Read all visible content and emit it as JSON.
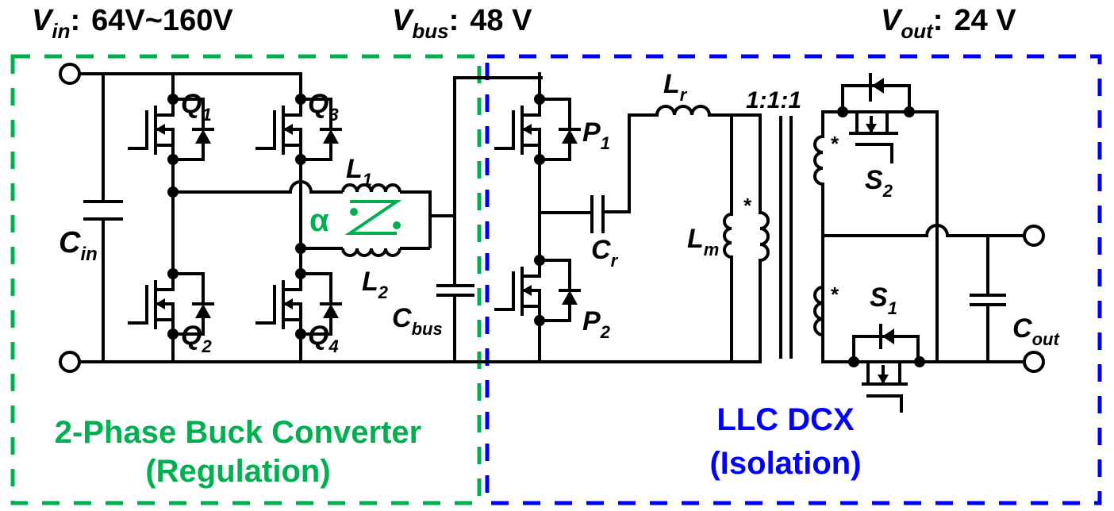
{
  "header": {
    "vin": {
      "symbol": "V",
      "subscript": "in",
      "separator": ":",
      "value": "64V~160V"
    },
    "vbus": {
      "symbol": "V",
      "subscript": "bus",
      "separator": ":",
      "value": "48 V"
    },
    "vout": {
      "symbol": "V",
      "subscript": "out",
      "separator": ":",
      "value": "24 V"
    }
  },
  "stages": {
    "buck": {
      "title": "2-Phase Buck Converter",
      "subtitle": "(Regulation)",
      "color": "#00b050"
    },
    "llc": {
      "title": "LLC DCX",
      "subtitle": "(Isolation)",
      "color": "#0000ff"
    }
  },
  "components": {
    "cin": {
      "symbol": "C",
      "subscript": "in"
    },
    "q1": {
      "symbol": "Q",
      "subscript": "1"
    },
    "q2": {
      "symbol": "Q",
      "subscript": "2"
    },
    "q3": {
      "symbol": "Q",
      "subscript": "3"
    },
    "q4": {
      "symbol": "Q",
      "subscript": "4"
    },
    "l1": {
      "symbol": "L",
      "subscript": "1"
    },
    "l2": {
      "symbol": "L",
      "subscript": "2"
    },
    "coupling": {
      "symbol": "α"
    },
    "cbus": {
      "symbol": "C",
      "subscript": "bus"
    },
    "p1": {
      "symbol": "P",
      "subscript": "1"
    },
    "p2": {
      "symbol": "P",
      "subscript": "2"
    },
    "cr": {
      "symbol": "C",
      "subscript": "r"
    },
    "lr": {
      "symbol": "L",
      "subscript": "r"
    },
    "lm": {
      "symbol": "L",
      "subscript": "m"
    },
    "turns_ratio": "1:1:1",
    "dot_mark": "*",
    "s1": {
      "symbol": "S",
      "subscript": "1"
    },
    "s2": {
      "symbol": "S",
      "subscript": "2"
    },
    "cout": {
      "symbol": "C",
      "subscript": "out"
    }
  }
}
